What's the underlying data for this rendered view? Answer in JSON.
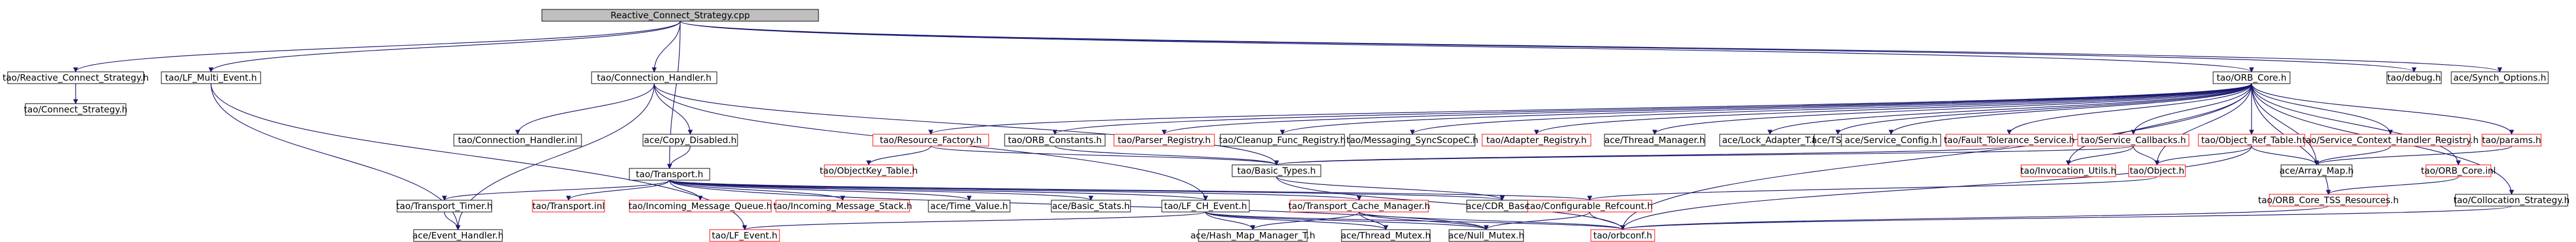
{
  "colors": {
    "background": "#ffffff",
    "edge": "#191970",
    "text": "#000000",
    "root_fill": "#bfbfbf",
    "root_border": "#000000",
    "node_border": "#000000",
    "missing_border": "#ff0000"
  },
  "nodes": [
    {
      "id": "root",
      "label": "Reactive_Connect_Strategy.cpp",
      "kind": "root"
    },
    {
      "id": "rcs_h",
      "label": "tao/Reactive_Connect_Strategy.h",
      "kind": "normal"
    },
    {
      "id": "lf_multi",
      "label": "tao/LF_Multi_Event.h",
      "kind": "normal"
    },
    {
      "id": "conn_handler",
      "label": "tao/Connection_Handler.h",
      "kind": "normal"
    },
    {
      "id": "orb_core",
      "label": "tao/ORB_Core.h",
      "kind": "normal"
    },
    {
      "id": "debug",
      "label": "tao/debug.h",
      "kind": "normal"
    },
    {
      "id": "synch_opt",
      "label": "ace/Synch_Options.h",
      "kind": "normal"
    },
    {
      "id": "connect_strategy",
      "label": "tao/Connect_Strategy.h",
      "kind": "normal"
    },
    {
      "id": "conn_handler_inl",
      "label": "tao/Connection_Handler.inl",
      "kind": "normal"
    },
    {
      "id": "copy_disabled",
      "label": "ace/Copy_Disabled.h",
      "kind": "normal"
    },
    {
      "id": "resource_factory",
      "label": "tao/Resource_Factory.h",
      "kind": "missing"
    },
    {
      "id": "orb_constants",
      "label": "tao/ORB_Constants.h",
      "kind": "normal"
    },
    {
      "id": "parser_registry",
      "label": "tao/Parser_Registry.h",
      "kind": "missing"
    },
    {
      "id": "cleanup_func",
      "label": "tao/Cleanup_Func_Registry.h",
      "kind": "normal"
    },
    {
      "id": "messaging_sync",
      "label": "tao/Messaging_SyncScopeC.h",
      "kind": "normal"
    },
    {
      "id": "adapter_registry",
      "label": "tao/Adapter_Registry.h",
      "kind": "missing"
    },
    {
      "id": "thread_manager",
      "label": "ace/Thread_Manager.h",
      "kind": "normal"
    },
    {
      "id": "lock_adapter",
      "label": "ace/Lock_Adapter_T.h",
      "kind": "normal"
    },
    {
      "id": "tss_t",
      "label": "ace/TSS_T.h",
      "kind": "normal"
    },
    {
      "id": "service_config",
      "label": "ace/Service_Config.h",
      "kind": "normal"
    },
    {
      "id": "fault_tolerance",
      "label": "tao/Fault_Tolerance_Service.h",
      "kind": "missing"
    },
    {
      "id": "service_callbacks",
      "label": "tao/Service_Callbacks.h",
      "kind": "missing"
    },
    {
      "id": "object_ref_table",
      "label": "tao/Object_Ref_Table.h",
      "kind": "missing"
    },
    {
      "id": "service_context_registry",
      "label": "tao/Service_Context_Handler_Registry.h",
      "kind": "missing"
    },
    {
      "id": "params",
      "label": "tao/params.h",
      "kind": "missing"
    },
    {
      "id": "orb_core_inl",
      "label": "tao/ORB_Core.inl",
      "kind": "missing"
    },
    {
      "id": "collocation_strategy",
      "label": "tao/Collocation_Strategy.h",
      "kind": "normal"
    },
    {
      "id": "objectkey_table",
      "label": "tao/ObjectKey_Table.h",
      "kind": "missing"
    },
    {
      "id": "basic_types",
      "label": "tao/Basic_Types.h",
      "kind": "normal"
    },
    {
      "id": "invocation_utils",
      "label": "tao/Invocation_Utils.h",
      "kind": "missing"
    },
    {
      "id": "object_h",
      "label": "tao/Object.h",
      "kind": "missing"
    },
    {
      "id": "array_map",
      "label": "ace/Array_Map.h",
      "kind": "normal"
    },
    {
      "id": "orb_core_tss",
      "label": "tao/ORB_Core_TSS_Resources.h",
      "kind": "missing"
    },
    {
      "id": "transport",
      "label": "tao/Transport.h",
      "kind": "normal"
    },
    {
      "id": "transport_timer",
      "label": "tao/Transport_Timer.h",
      "kind": "normal"
    },
    {
      "id": "transport_inl",
      "label": "tao/Transport.inl",
      "kind": "missing"
    },
    {
      "id": "incoming_queue",
      "label": "tao/Incoming_Message_Queue.h",
      "kind": "missing"
    },
    {
      "id": "incoming_stack",
      "label": "tao/Incoming_Message_Stack.h",
      "kind": "missing"
    },
    {
      "id": "time_value",
      "label": "ace/Time_Value.h",
      "kind": "normal"
    },
    {
      "id": "basic_stats",
      "label": "ace/Basic_Stats.h",
      "kind": "normal"
    },
    {
      "id": "lf_ch_event",
      "label": "tao/LF_CH_Event.h",
      "kind": "normal"
    },
    {
      "id": "transport_cache",
      "label": "tao/Transport_Cache_Manager.h",
      "kind": "missing"
    },
    {
      "id": "cdr_base",
      "label": "ace/CDR_Base.h",
      "kind": "normal"
    },
    {
      "id": "configurable_refcount",
      "label": "tao/Configurable_Refcount.h",
      "kind": "missing"
    },
    {
      "id": "event_handler",
      "label": "ace/Event_Handler.h",
      "kind": "normal"
    },
    {
      "id": "lf_event",
      "label": "tao/LF_Event.h",
      "kind": "missing"
    },
    {
      "id": "hash_map_manager",
      "label": "ace/Hash_Map_Manager_T.h",
      "kind": "normal"
    },
    {
      "id": "thread_mutex",
      "label": "ace/Thread_Mutex.h",
      "kind": "normal"
    },
    {
      "id": "null_mutex",
      "label": "ace/Null_Mutex.h",
      "kind": "normal"
    },
    {
      "id": "orbconf",
      "label": "tao/orbconf.h",
      "kind": "missing"
    }
  ],
  "edges": [
    [
      "root",
      "rcs_h"
    ],
    [
      "root",
      "lf_multi"
    ],
    [
      "root",
      "conn_handler"
    ],
    [
      "root",
      "orb_core"
    ],
    [
      "root",
      "debug"
    ],
    [
      "root",
      "synch_opt"
    ],
    [
      "root",
      "transport"
    ],
    [
      "rcs_h",
      "connect_strategy"
    ],
    [
      "lf_multi",
      "event_handler"
    ],
    [
      "lf_multi",
      "lf_event"
    ],
    [
      "conn_handler",
      "conn_handler_inl"
    ],
    [
      "conn_handler",
      "copy_disabled"
    ],
    [
      "conn_handler",
      "lf_ch_event"
    ],
    [
      "conn_handler",
      "basic_types"
    ],
    [
      "conn_handler",
      "event_handler"
    ],
    [
      "copy_disabled",
      "transport"
    ],
    [
      "orb_core",
      "resource_factory"
    ],
    [
      "orb_core",
      "orb_constants"
    ],
    [
      "orb_core",
      "parser_registry"
    ],
    [
      "orb_core",
      "cleanup_func"
    ],
    [
      "orb_core",
      "messaging_sync"
    ],
    [
      "orb_core",
      "adapter_registry"
    ],
    [
      "orb_core",
      "thread_manager"
    ],
    [
      "orb_core",
      "lock_adapter"
    ],
    [
      "orb_core",
      "tss_t"
    ],
    [
      "orb_core",
      "service_config"
    ],
    [
      "orb_core",
      "fault_tolerance"
    ],
    [
      "orb_core",
      "service_callbacks"
    ],
    [
      "orb_core",
      "object_ref_table"
    ],
    [
      "orb_core",
      "service_context_registry"
    ],
    [
      "orb_core",
      "params"
    ],
    [
      "orb_core",
      "orb_core_inl"
    ],
    [
      "orb_core",
      "collocation_strategy"
    ],
    [
      "orb_core",
      "object_h"
    ],
    [
      "orb_core",
      "invocation_utils"
    ],
    [
      "orb_core",
      "array_map"
    ],
    [
      "orb_core",
      "orb_core_tss"
    ],
    [
      "orb_core",
      "orbconf"
    ],
    [
      "resource_factory",
      "objectkey_table"
    ],
    [
      "resource_factory",
      "basic_types"
    ],
    [
      "orb_constants",
      "basic_types"
    ],
    [
      "fault_tolerance",
      "basic_types"
    ],
    [
      "service_callbacks",
      "basic_types"
    ],
    [
      "service_callbacks",
      "invocation_utils"
    ],
    [
      "service_callbacks",
      "object_h"
    ],
    [
      "object_ref_table",
      "object_h"
    ],
    [
      "object_ref_table",
      "array_map"
    ],
    [
      "object_ref_table",
      "orbconf"
    ],
    [
      "service_context_registry",
      "array_map"
    ],
    [
      "params",
      "array_map"
    ],
    [
      "orb_core_inl",
      "orb_core_tss"
    ],
    [
      "collocation_strategy",
      "orbconf"
    ],
    [
      "basic_types",
      "cdr_base"
    ],
    [
      "basic_types",
      "orbconf"
    ],
    [
      "object_h",
      "configurable_refcount"
    ],
    [
      "orb_core_tss",
      "orbconf"
    ],
    [
      "transport",
      "transport_timer"
    ],
    [
      "transport",
      "transport_inl"
    ],
    [
      "transport",
      "incoming_queue"
    ],
    [
      "transport",
      "incoming_stack"
    ],
    [
      "transport",
      "time_value"
    ],
    [
      "transport",
      "basic_stats"
    ],
    [
      "transport",
      "lf_ch_event"
    ],
    [
      "transport",
      "transport_cache"
    ],
    [
      "transport",
      "cdr_base"
    ],
    [
      "transport",
      "configurable_refcount"
    ],
    [
      "transport",
      "null_mutex"
    ],
    [
      "transport_timer",
      "event_handler"
    ],
    [
      "lf_ch_event",
      "lf_event"
    ],
    [
      "lf_ch_event",
      "hash_map_manager"
    ],
    [
      "lf_ch_event",
      "thread_mutex"
    ],
    [
      "lf_ch_event",
      "null_mutex"
    ],
    [
      "lf_ch_event",
      "orbconf"
    ],
    [
      "transport_cache",
      "hash_map_manager"
    ],
    [
      "transport_cache",
      "thread_mutex"
    ],
    [
      "transport_cache",
      "null_mutex"
    ],
    [
      "transport_cache",
      "orbconf"
    ],
    [
      "configurable_refcount",
      "null_mutex"
    ],
    [
      "configurable_refcount",
      "orbconf"
    ]
  ]
}
